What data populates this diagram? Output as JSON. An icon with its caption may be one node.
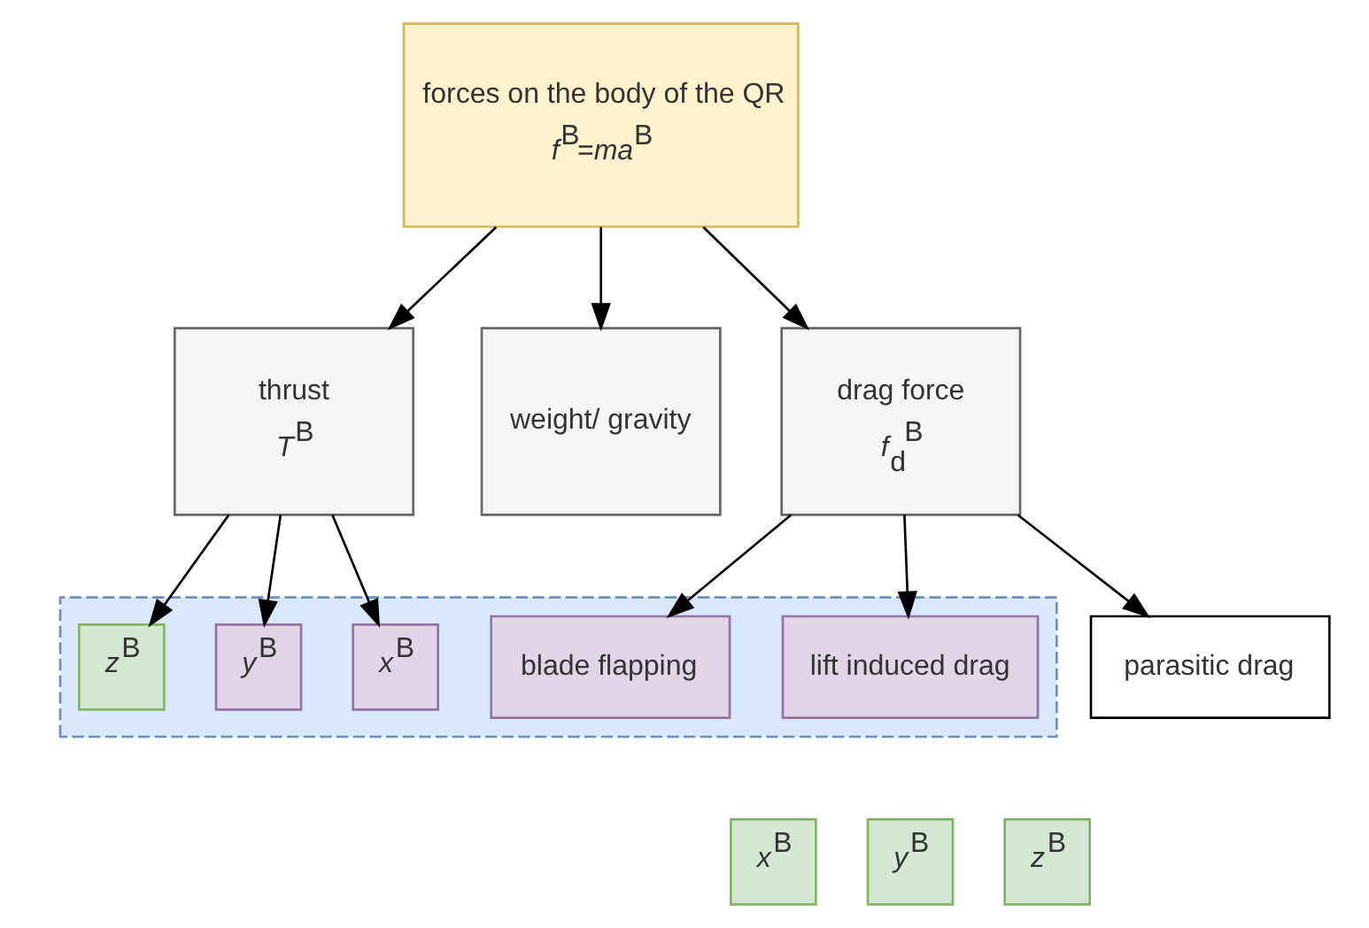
{
  "diagram": {
    "nodes": [
      {
        "text": [
          "forces on the body of the QR",
          "*f*$^{B}$=*ma*$^{B}$"
        ]
      },
      {
        "text": [
          "thrust",
          "*T*$^{B}$"
        ]
      },
      {
        "text": [
          "weight/ gravity"
        ]
      },
      {
        "text": [
          "drag force",
          "*f*$_{d}$$^{B}$"
        ]
      },
      {
        "text": [],
        "shape": "box"
      },
      {
        "text": [
          "*x*$^{B}$"
        ],
        "in": 4
      },
      {
        "text": [
          "*y*$^{B}$"
        ],
        "in": 4
      },
      {
        "text": [
          "*z*$^{B}$"
        ],
        "in": 4
      },
      {
        "text": [
          "blade flapping"
        ],
        "in": 4
      },
      {
        "text": [
          "lift induced drag"
        ],
        "in": 4
      },
      {
        "text": [
          "parasitic drag"
        ]
      },
      {
        "text": [
          "*x*$^{B}$"
        ]
      },
      {
        "text": [
          "*y*$^{B}$"
        ]
      },
      {
        "text": [
          "*z*$^{B}$"
        ]
      }
    ],
    "edges": [
      {
        "from": 0,
        "to": 1,
        "arrow": "to"
      },
      {
        "from": 0,
        "to": 2,
        "arrow": "to"
      },
      {
        "from": 0,
        "to": 3,
        "arrow": "to"
      },
      {
        "from": 1,
        "to": 5,
        "arrow": "to"
      },
      {
        "from": 1,
        "to": 6,
        "arrow": "to"
      },
      {
        "from": 1,
        "to": 7,
        "arrow": "to"
      },
      {
        "from": 3,
        "to": 8,
        "arrow": "to"
      },
      {
        "from": 3,
        "to": 9,
        "arrow": "to"
      },
      {
        "from": 3,
        "to": 10,
        "arrow": "to"
      }
    ]
  }
}
